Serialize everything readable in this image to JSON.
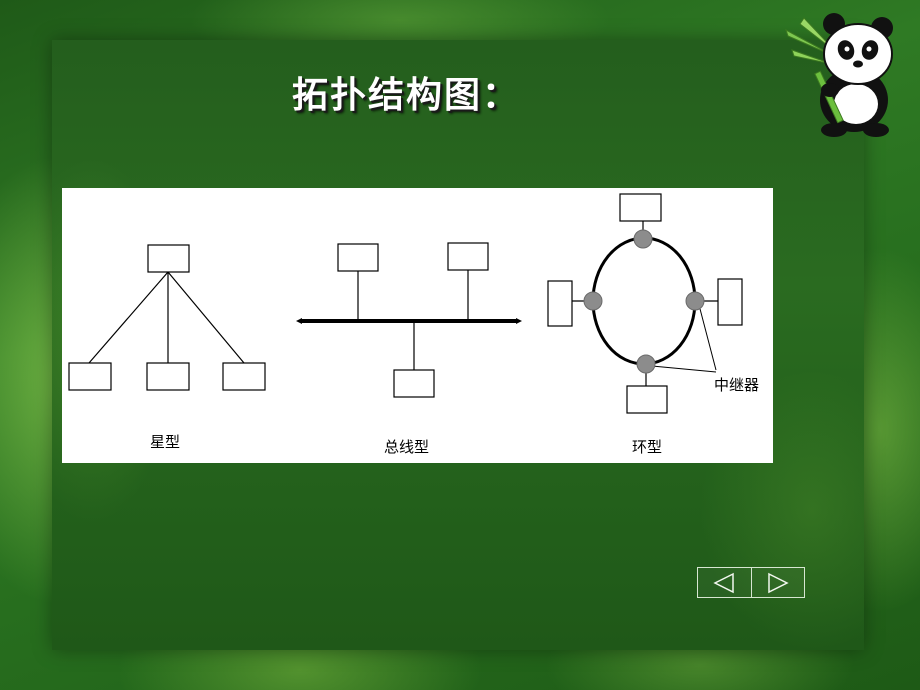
{
  "slide": {
    "title": "拓扑结构图："
  },
  "diagram": {
    "star_label": "星型",
    "bus_label": "总线型",
    "ring_label": "环型",
    "repeater_label": "中继器"
  },
  "nav": {
    "prev_icon": "triangle-left-icon",
    "next_icon": "triangle-right-icon"
  },
  "colors": {
    "background": "#2a6b20",
    "title_text": "#ffffff",
    "repeater_node": "#8c8c8c",
    "diagram_background": "#ffffff"
  }
}
